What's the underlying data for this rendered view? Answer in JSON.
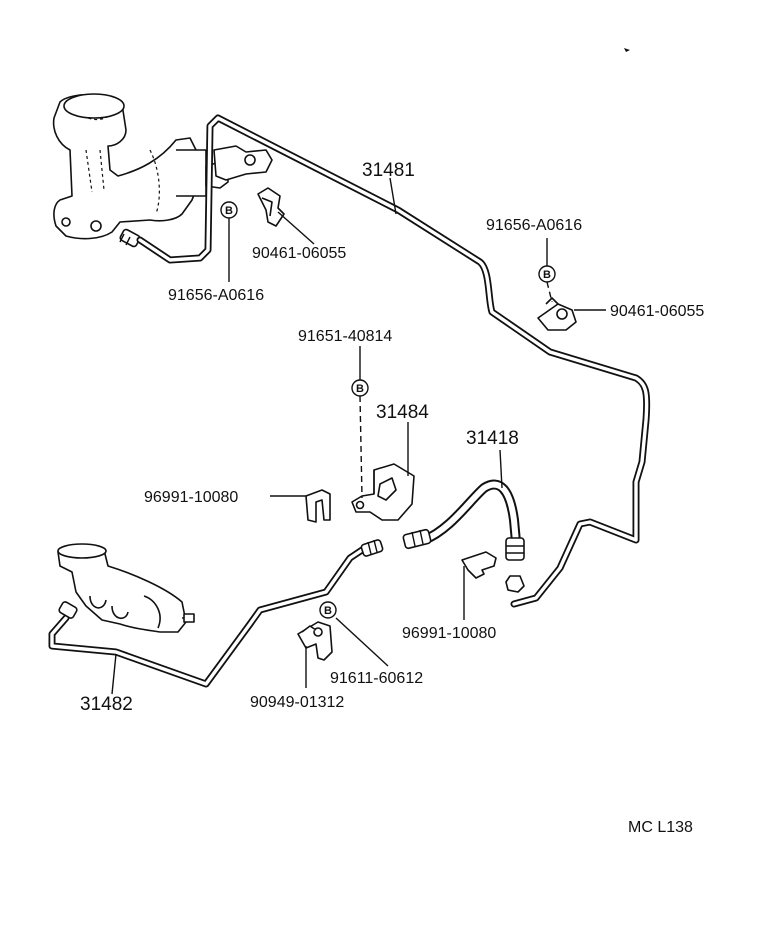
{
  "diagram_code": "MC L138",
  "badge_letter": "B",
  "labels": {
    "p31481": "31481",
    "p31482": "31482",
    "p31484": "31484",
    "p31418": "31418",
    "p91656_top_right": "91656-A0616",
    "p91656_left": "91656-A0616",
    "p90461_left": "90461-06055",
    "p90461_right": "90461-06055",
    "p91651": "91651-40814",
    "p96991_left": "96991-10080",
    "p96991_right": "96991-10080",
    "p91611": "91611-60612",
    "p90949": "90949-01312"
  }
}
